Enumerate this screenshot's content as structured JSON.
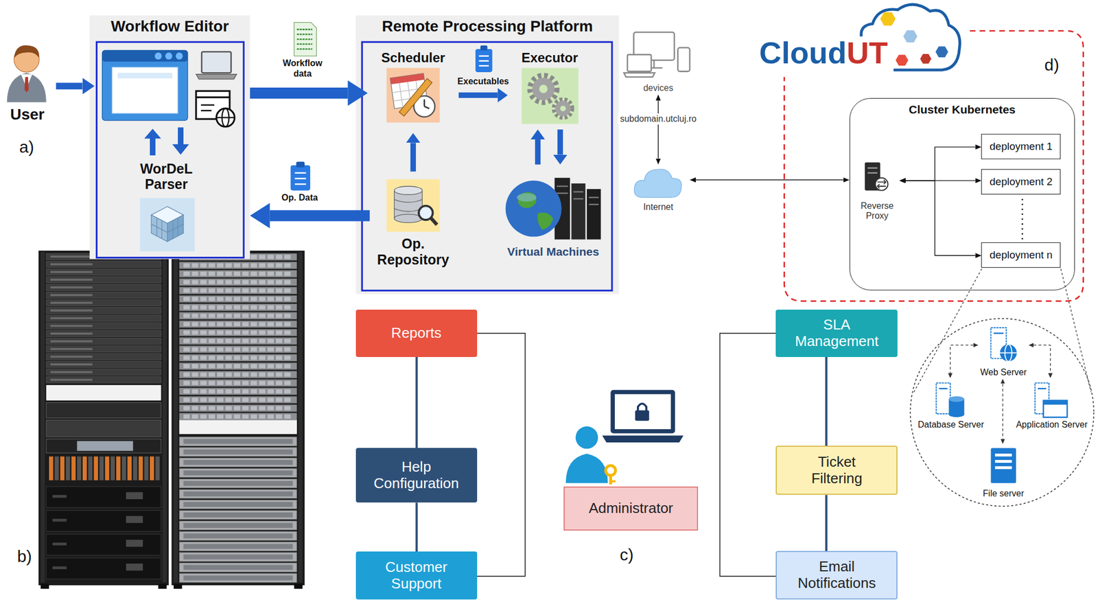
{
  "diagram": {
    "nodes": [
      {
        "text": [
          "User"
        ]
      },
      {
        "text": [
          "Workflow Editor"
        ]
      },
      {
        "text": [
          "WorDeL Parser"
        ],
        "in": 1
      },
      {
        "text": [
          "Remote Processing Platform"
        ]
      },
      {
        "text": [
          "Scheduler"
        ],
        "in": 3
      },
      {
        "text": [
          "Executor"
        ],
        "in": 3
      },
      {
        "text": [
          "Op. Repository"
        ],
        "in": 3
      },
      {
        "text": [
          "Virtual Machines"
        ],
        "in": 3
      },
      {
        "text": [
          "devices"
        ]
      },
      {
        "text": [
          "Internet"
        ]
      },
      {
        "text": [
          "Cluster Kubernetes"
        ]
      },
      {
        "text": [
          "Reverse Proxy"
        ],
        "in": 10
      },
      {
        "text": [
          "deployment 1"
        ],
        "in": 10
      },
      {
        "text": [
          "deployment 2"
        ],
        "in": 10
      },
      {
        "text": [
          "deployment n"
        ],
        "in": 10
      },
      {
        "text": [
          "Web Server"
        ]
      },
      {
        "text": [
          "Database Server"
        ]
      },
      {
        "text": [
          "Application Server"
        ]
      },
      {
        "text": [
          "File server"
        ]
      },
      {
        "text": [
          "Reports"
        ]
      },
      {
        "text": [
          "Help Configuration"
        ]
      },
      {
        "text": [
          "Customer Support"
        ]
      },
      {
        "text": [
          "Administrator"
        ]
      },
      {
        "text": [
          "SLA Management"
        ]
      },
      {
        "text": [
          "Ticket Filtering"
        ]
      },
      {
        "text": [
          "Email Notifications"
        ]
      }
    ],
    "edges": [
      {
        "from": 0,
        "to": 1,
        "arrow": "to"
      },
      {
        "from": 1,
        "to": 4,
        "arrow": "to",
        "label": "Workflow data"
      },
      {
        "from": 4,
        "to": 5,
        "arrow": "to",
        "label": "Executables"
      },
      {
        "from": 6,
        "to": 4,
        "arrow": "to"
      },
      {
        "from": 5,
        "to": 7,
        "arrow": "to"
      },
      {
        "from": 7,
        "to": 5,
        "arrow": "to"
      },
      {
        "from": 6,
        "to": 1,
        "arrow": "to",
        "label": "Op. Data"
      },
      {
        "from": 8,
        "to": 9,
        "arrow": "both",
        "label": "subdomain.utcluj.ro"
      },
      {
        "from": 9,
        "to": 10,
        "arrow": "both"
      },
      {
        "from": 11,
        "to": 12,
        "arrow": "both"
      },
      {
        "from": 11,
        "to": 13,
        "arrow": "both"
      },
      {
        "from": 11,
        "to": 14,
        "arrow": "both"
      },
      {
        "from": 15,
        "to": 16,
        "arrow": "both"
      },
      {
        "from": 15,
        "to": 17,
        "arrow": "both"
      },
      {
        "from": 15,
        "to": 18,
        "arrow": "both"
      },
      {
        "from": 19,
        "to": 20,
        "arrow": "none"
      },
      {
        "from": 20,
        "to": 21,
        "arrow": "none"
      },
      {
        "from": 19,
        "to": 21,
        "arrow": "none"
      },
      {
        "from": 23,
        "to": 24,
        "arrow": "none"
      },
      {
        "from": 24,
        "to": 25,
        "arrow": "none"
      },
      {
        "from": 23,
        "to": 25,
        "arrow": "none"
      }
    ],
    "labels": [
      "a)",
      "b)",
      "c)",
      "d)",
      "CloudUT"
    ]
  }
}
